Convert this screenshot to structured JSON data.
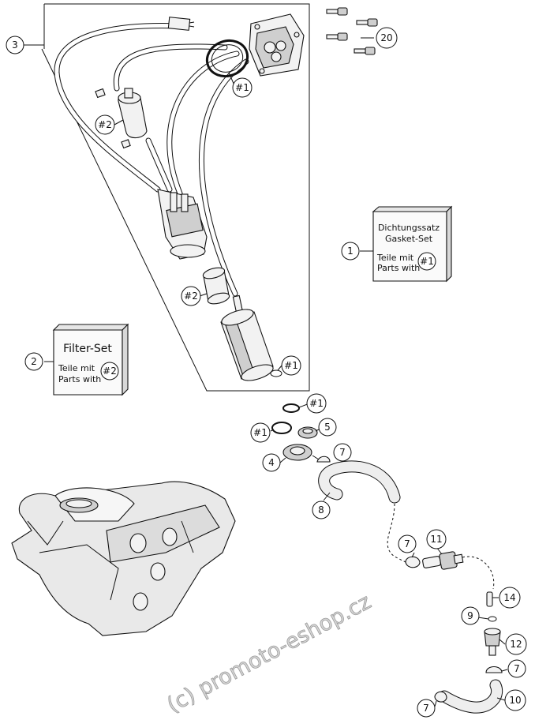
{
  "callouts": [
    {
      "id": "c3",
      "label": "3"
    },
    {
      "id": "c20",
      "label": "20"
    },
    {
      "id": "c1",
      "label": "1"
    },
    {
      "id": "c2",
      "label": "2"
    },
    {
      "id": "c5",
      "label": "5"
    },
    {
      "id": "c4",
      "label": "4"
    },
    {
      "id": "c7a",
      "label": "7"
    },
    {
      "id": "c8",
      "label": "8"
    },
    {
      "id": "c7b",
      "label": "7"
    },
    {
      "id": "c11",
      "label": "11"
    },
    {
      "id": "c14",
      "label": "14"
    },
    {
      "id": "c9",
      "label": "9"
    },
    {
      "id": "c12",
      "label": "12"
    },
    {
      "id": "c7c",
      "label": "7"
    },
    {
      "id": "c7d",
      "label": "7"
    },
    {
      "id": "c10",
      "label": "10"
    }
  ],
  "set_refs": [
    {
      "id": "r1a",
      "label": "#1"
    },
    {
      "id": "r2a",
      "label": "#2"
    },
    {
      "id": "r2b",
      "label": "#2"
    },
    {
      "id": "r1b",
      "label": "#1"
    },
    {
      "id": "r1c",
      "label": "#1"
    },
    {
      "id": "r1d",
      "label": "#1"
    }
  ],
  "gasket_set_box": {
    "title_de": "Dichtungssatz",
    "title_en": "Gasket-Set",
    "parts_de": "Teile mit",
    "parts_en": "Parts with",
    "ref": "#1"
  },
  "filter_set_box": {
    "title": "Filter-Set",
    "parts_de": "Teile mit",
    "parts_en": "Parts with",
    "ref": "#2"
  },
  "watermark": "(c) promoto-eshop.cz"
}
